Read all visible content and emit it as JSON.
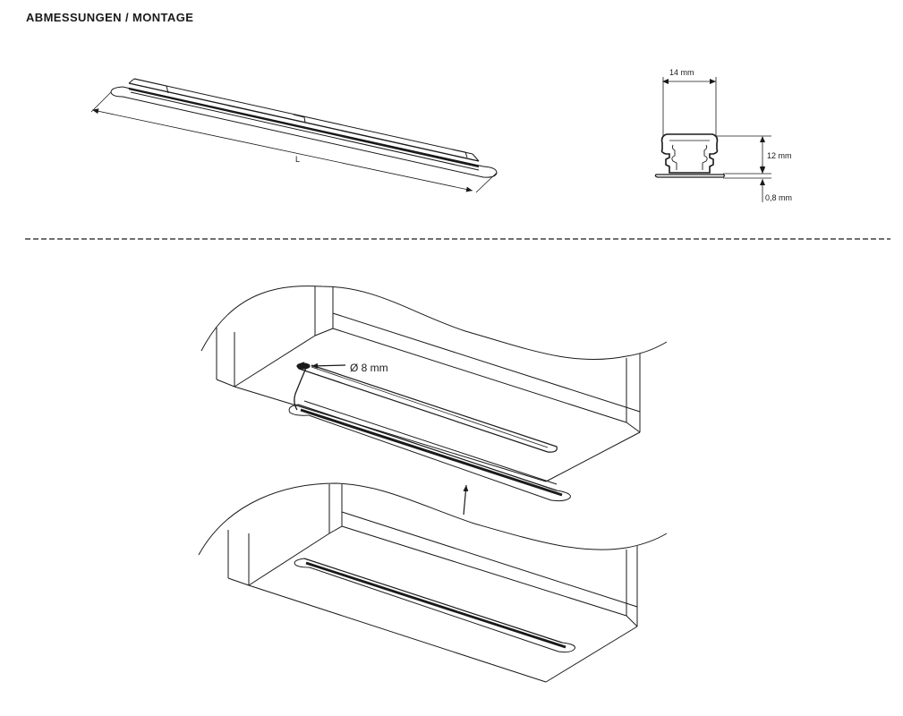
{
  "header": {
    "title": "ABMESSUNGEN / MONTAGE"
  },
  "dimensions": {
    "length_label": "L",
    "width_label": "14 mm",
    "height_label": "12 mm",
    "base_label": "0,8 mm"
  },
  "mounting": {
    "hole_label": "Ø 8 mm"
  }
}
